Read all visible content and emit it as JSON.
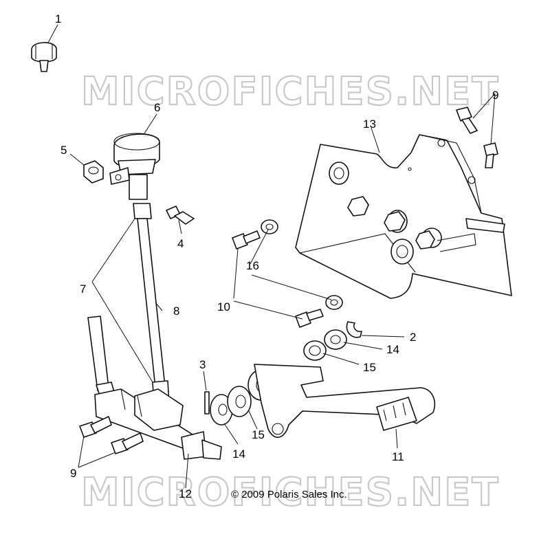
{
  "watermark": "MICROFICHES.NET",
  "copyright": "© 2009 Polaris Sales Inc.",
  "callouts": [
    {
      "id": "1",
      "label": "1"
    },
    {
      "id": "2",
      "label": "2"
    },
    {
      "id": "3",
      "label": "3"
    },
    {
      "id": "4",
      "label": "4"
    },
    {
      "id": "5",
      "label": "5"
    },
    {
      "id": "6",
      "label": "6"
    },
    {
      "id": "7",
      "label": "7"
    },
    {
      "id": "8",
      "label": "8"
    },
    {
      "id": "9a",
      "label": "9"
    },
    {
      "id": "9b",
      "label": "9"
    },
    {
      "id": "10",
      "label": "10"
    },
    {
      "id": "11",
      "label": "11"
    },
    {
      "id": "12",
      "label": "12"
    },
    {
      "id": "13",
      "label": "13"
    },
    {
      "id": "14a",
      "label": "14"
    },
    {
      "id": "14b",
      "label": "14"
    },
    {
      "id": "15a",
      "label": "15"
    },
    {
      "id": "15b",
      "label": "15"
    },
    {
      "id": "16",
      "label": "16"
    }
  ]
}
